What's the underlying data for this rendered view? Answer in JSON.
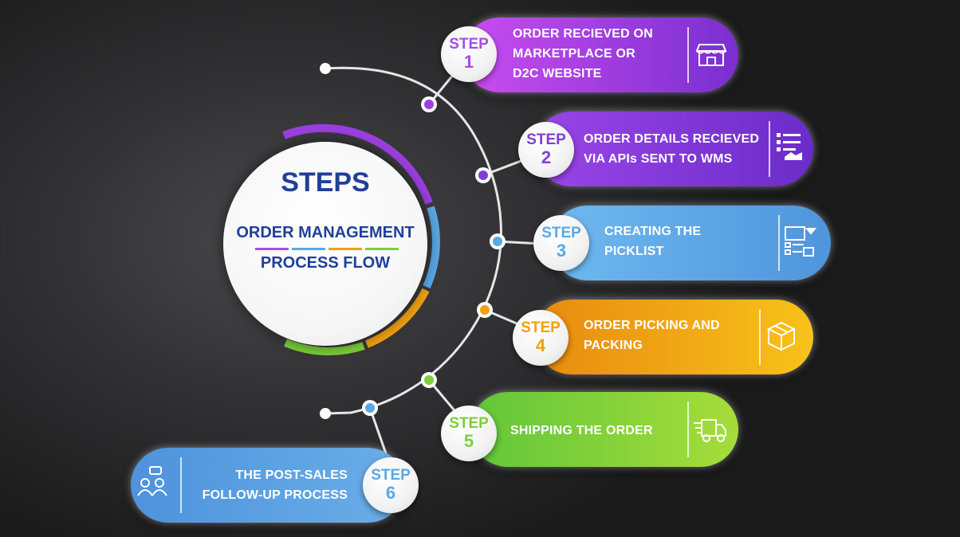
{
  "center": {
    "title": "STEPS",
    "subtitle_line1": "ORDER MANAGEMENT",
    "subtitle_line2": "PROCESS FLOW"
  },
  "steps": [
    {
      "word": "STEP",
      "number": "1",
      "text": "ORDER RECIEVED ON\nMARKETPLACE OR\nD2C WEBSITE",
      "color": "#a64de6",
      "icon": "storefront-icon"
    },
    {
      "word": "STEP",
      "number": "2",
      "text": "ORDER DETAILS RECIEVED\nVIA APIs SENT TO WMS",
      "color": "#7f3fd6",
      "icon": "checklist-icon"
    },
    {
      "word": "STEP",
      "number": "3",
      "text": "CREATING THE\nPICKLIST",
      "color": "#5aa8e6",
      "icon": "picklist-icon"
    },
    {
      "word": "STEP",
      "number": "4",
      "text": "ORDER PICKING AND\nPACKING",
      "color": "#f0a010",
      "icon": "package-icon"
    },
    {
      "word": "STEP",
      "number": "5",
      "text": "SHIPPING THE ORDER",
      "color": "#7ccf3a",
      "icon": "delivery-truck-icon"
    },
    {
      "word": "STEP",
      "number": "6",
      "text": "THE POST-SALES\nFOLLOW-UP PROCESS",
      "color": "#5aa8e6",
      "icon": "customer-support-icon"
    }
  ],
  "colors": {
    "purple": "#a64de6",
    "violet": "#7f3fd6",
    "blue": "#5aa8e6",
    "orange": "#f0a010",
    "green": "#7ccf3a",
    "navy": "#1f3f9a"
  }
}
